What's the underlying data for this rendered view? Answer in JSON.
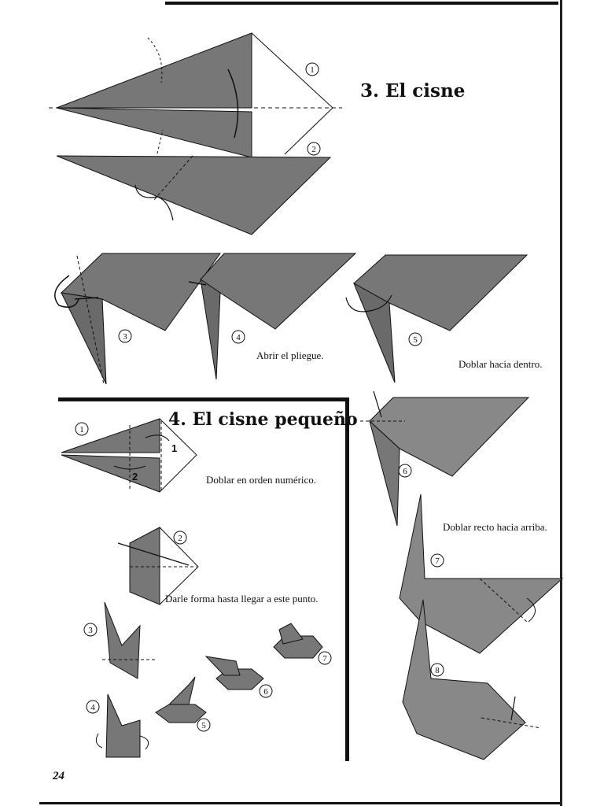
{
  "section3": {
    "title": "3. El cisne",
    "captions": {
      "abrir": "Abrir el pliegue.",
      "doblar_dentro": "Doblar hacia dentro.",
      "doblar_recto": "Doblar recto hacia arriba."
    },
    "steps": [
      "1",
      "2",
      "3",
      "4",
      "5",
      "6",
      "7",
      "8"
    ]
  },
  "section4": {
    "title": "4. El cisne pequeño",
    "captions": {
      "orden": "Doblar en orden numérico.",
      "forma": "Darle forma hasta llegar a este punto."
    },
    "fold_marks": [
      "1",
      "2"
    ],
    "steps": [
      "1",
      "2",
      "3",
      "4",
      "5",
      "6",
      "7"
    ]
  },
  "page_number": "24",
  "colors": {
    "paper_fill": "#7a7a7a",
    "paper_fill_light": "#9a9a9a",
    "ink": "#111111"
  }
}
